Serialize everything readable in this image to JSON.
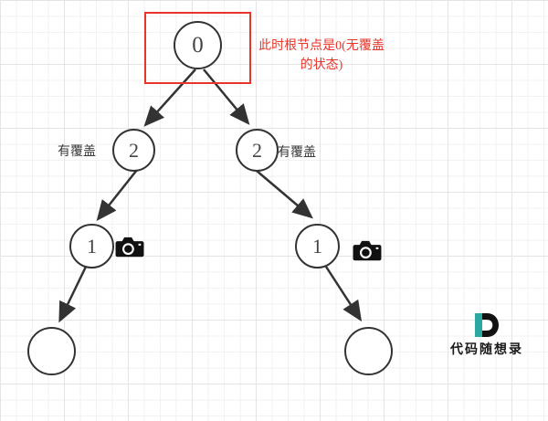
{
  "diagram": {
    "nodes": [
      {
        "id": "root",
        "label": "0"
      },
      {
        "id": "left-2",
        "label": "2"
      },
      {
        "id": "right-2",
        "label": "2"
      },
      {
        "id": "left-1",
        "label": "1"
      },
      {
        "id": "right-1",
        "label": "1"
      },
      {
        "id": "left-leaf",
        "label": ""
      },
      {
        "id": "right-leaf",
        "label": ""
      }
    ],
    "side_labels": {
      "left": "有覆盖",
      "right": "有覆盖"
    },
    "annotation": "此时根节点是0(无覆盖的状态)"
  },
  "watermark": {
    "logo_letter": "D",
    "logo_text": "代码随想录"
  },
  "colors": {
    "highlight_red": "#e8352b",
    "line": "#333333",
    "logo_teal": "#2ba8a2"
  }
}
